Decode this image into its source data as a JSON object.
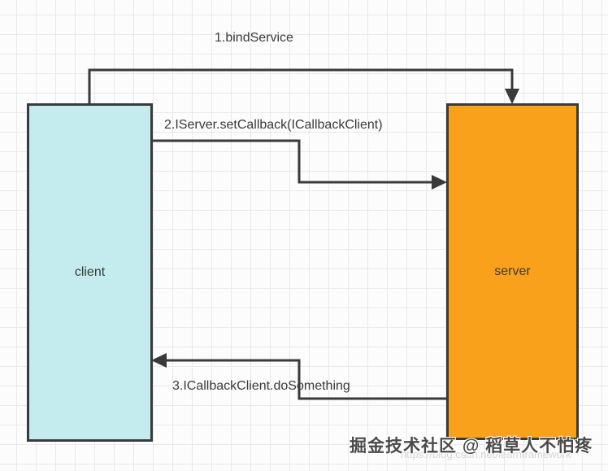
{
  "diagram": {
    "nodes": [
      {
        "id": "client",
        "label": "client"
      },
      {
        "id": "server",
        "label": "server"
      }
    ],
    "arrows": [
      {
        "id": "bind-service",
        "label": "1.bindService",
        "from": "client",
        "to": "server"
      },
      {
        "id": "set-callback",
        "label": "2.IServer.setCallback(ICallbackClient)",
        "from": "client",
        "to": "server"
      },
      {
        "id": "do-something",
        "label": "3.ICallbackClient.doSomething",
        "from": "server",
        "to": "client"
      }
    ],
    "colors": {
      "client_fill": "#c4ebee",
      "server_fill": "#f9a11b",
      "stroke": "#3a3a3a",
      "label_text": "#3a3a3a",
      "grid_line": "#e9e9e9",
      "background": "#fcfcfc"
    }
  },
  "watermark": {
    "main": "掘金技术社区 @ 稻草人不怕疼",
    "url": "https://blog.csdn.net/learnframework"
  }
}
